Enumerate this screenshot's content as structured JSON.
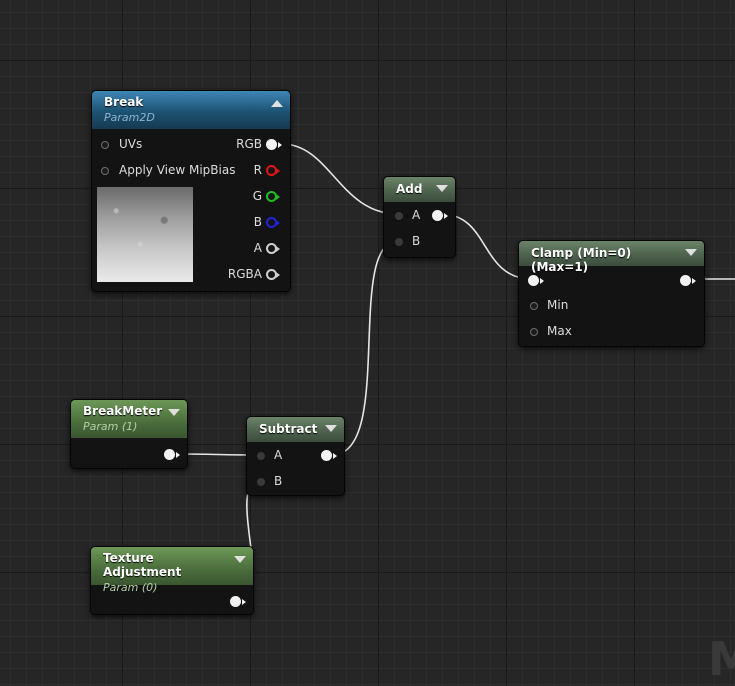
{
  "nodes": {
    "break": {
      "title": "Break",
      "subtitle": "Param2D",
      "inputs": [
        "UVs",
        "Apply View MipBias"
      ],
      "outputs": [
        "RGB",
        "R",
        "G",
        "B",
        "A",
        "RGBA"
      ]
    },
    "add": {
      "title": "Add",
      "inputs": [
        "A",
        "B"
      ]
    },
    "clamp": {
      "title": "Clamp (Min=0) (Max=1)",
      "inputs": [
        "Min",
        "Max"
      ]
    },
    "break_meter": {
      "title": "BreakMeter",
      "subtitle": "Param (1)"
    },
    "subtract": {
      "title": "Subtract",
      "inputs": [
        "A",
        "B"
      ]
    },
    "texture_adjustment": {
      "title": "Texture Adjustment",
      "subtitle": "Param (0)"
    }
  },
  "colors": {
    "pin_r": "#e01515",
    "pin_g": "#1fbf1f",
    "pin_b": "#1f24d6",
    "wire": "#e8e8e8"
  },
  "icons": {
    "collapse": "chevron-up-icon",
    "expand": "chevron-down-icon"
  }
}
